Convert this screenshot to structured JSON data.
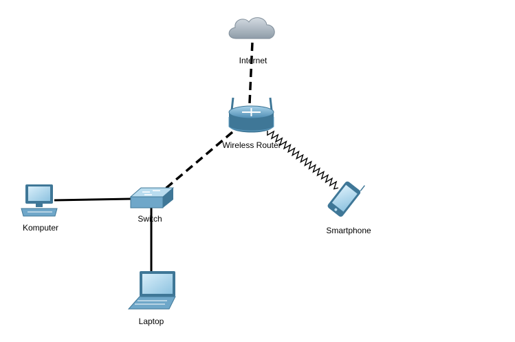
{
  "nodes": {
    "internet": {
      "label": "Internet",
      "icon": "cloud-icon"
    },
    "router": {
      "label": "Wireless Router",
      "icon": "wireless-router-icon"
    },
    "switch": {
      "label": "Switch",
      "icon": "switch-icon"
    },
    "computer": {
      "label": "Komputer",
      "icon": "desktop-computer-icon"
    },
    "laptop": {
      "label": "Laptop",
      "icon": "laptop-icon"
    },
    "phone": {
      "label": "Smartphone",
      "icon": "smartphone-icon"
    }
  },
  "links": [
    {
      "from": "internet",
      "to": "router",
      "style": "dashed"
    },
    {
      "from": "router",
      "to": "switch",
      "style": "dashed"
    },
    {
      "from": "router",
      "to": "phone",
      "style": "wireless"
    },
    {
      "from": "switch",
      "to": "computer",
      "style": "solid"
    },
    {
      "from": "switch",
      "to": "laptop",
      "style": "solid"
    }
  ],
  "colors": {
    "device_fill": "#6fa7c9",
    "device_dark": "#3f7797",
    "device_light": "#b9dcef",
    "link": "#000000"
  }
}
